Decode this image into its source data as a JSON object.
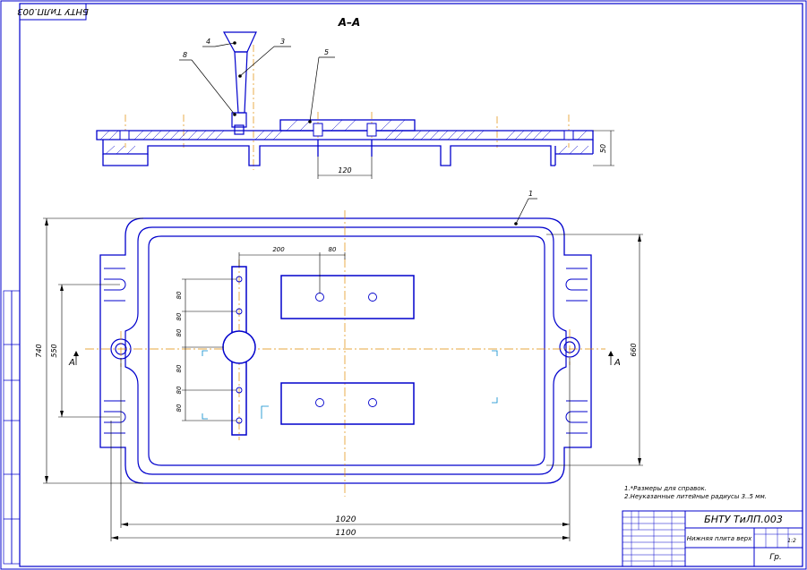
{
  "section_label": "А–А",
  "stamp_rotated": "БНТУ ТиЛП.003",
  "callouts": [
    "4",
    "3",
    "8",
    "5",
    "1"
  ],
  "section_dims": {
    "width_120": "120",
    "height_50": "50"
  },
  "plan_dims": {
    "length_1020": "1020",
    "length_1100": "1100",
    "height_740": "740",
    "height_660": "660",
    "height_550": "550",
    "top_200": "200",
    "top_80": "80",
    "pitches": [
      "80",
      "80",
      "80",
      "80",
      "80",
      "80"
    ]
  },
  "section_markers": [
    "А",
    "А"
  ],
  "notes": [
    "1.*Размеры для справок.",
    "2.Неуказанные литейные радиусы 3..5 мм."
  ],
  "title_block": {
    "code": "БНТУ ТиЛП.003",
    "name": "Нижняя плита верх",
    "scale_info": "1:2",
    "group": "Гр."
  },
  "colors": {
    "outline": "#0000cc",
    "dimension": "#000000",
    "centerline": "#e08a00",
    "frame": "#0000cc"
  }
}
